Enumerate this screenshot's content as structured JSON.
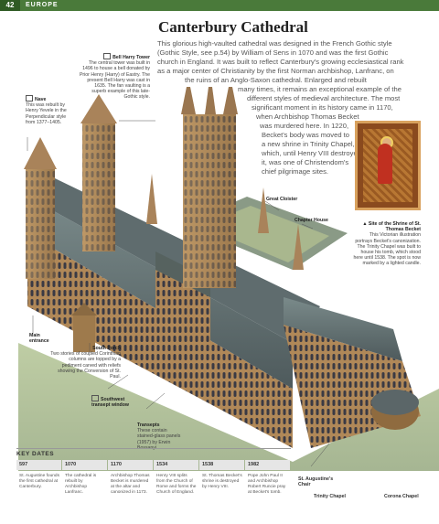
{
  "header": {
    "page_number": "42",
    "section": "EUROPE"
  },
  "title": "Canterbury Cathedral",
  "intro": [
    "This glorious high-vaulted cathedral was designed in the French Gothic style",
    "(Gothic Style, see p.54) by William of Sens in 1070 and was the first Gothic",
    "church in England. It was built to reflect Canterbury's growing ecclesiastical rank",
    "as a major center of Christianity by the first Norman archbishop, Lanfranc, on",
    "the ruins of an Anglo-Saxon cathedral. Enlarged and rebuilt",
    "many times, it remains an exceptional example of the",
    "different styles of medieval architecture. The most",
    "significant moment in its history came in 1170,",
    "when Archbishop Thomas Becket",
    "was murdered here. In 1220,",
    "Becket's body was moved to",
    "a new shrine in Trinity Chapel,",
    "which, until Henry VIII destroyed",
    "it, was one of Christendom's",
    "chief pilgrimage sites."
  ],
  "callouts": {
    "bell_tower": {
      "title": "Bell Harry Tower",
      "text": "The central tower was built in 1496 to house a bell donated by Prior Henry (Harry) of Eastry. The present Bell Harry was cast in 1635. The fan vaulting is a superb example of this late-Gothic style."
    },
    "nave": {
      "title": "Nave",
      "text": "This was rebuilt by Henry Yevele in the Perpendicular style from 1377–1405."
    },
    "great_cloister": {
      "title": "Great Cloister"
    },
    "chapter_house": {
      "title": "Chapter House"
    },
    "shrine": {
      "title": "Site of the Shrine of St. Thomas Becket",
      "text": "This Victorian illustration portrays Becket's canonization. The Trinity Chapel was built to house his tomb, which stood here until 1538. The spot is now marked by a lighted candle."
    },
    "main_entrance": {
      "title": "Main entrance"
    },
    "south_porch": {
      "title": "South Porch",
      "text": "Two stories of coupled Corinthian columns are topped by a pediment carved with reliefs showing the Conversion of St. Paul."
    },
    "southwest_window": {
      "title": "Southwest transept window"
    },
    "transepts": {
      "title": "Transepts",
      "text": "These contain stained-glass panels (1957) by Erwin Bossanyi."
    },
    "augustine_chair": {
      "title": "St. Augustine's Chair"
    },
    "trinity_chapel": {
      "title": "Trinity Chapel"
    },
    "corona_chapel": {
      "title": "Corona Chapel"
    }
  },
  "key_dates": {
    "title": "KEY DATES",
    "entries": [
      {
        "year": "597",
        "text": "St. Augustine founds the first cathedral at Canterbury."
      },
      {
        "year": "1070",
        "text": "The cathedral is rebuilt by Archbishop Lanfranc."
      },
      {
        "year": "1170",
        "text": "Archbishop Thomas Becket is murdered at the altar and canonized in 1173."
      },
      {
        "year": "1534",
        "text": "Henry VIII splits from the Church of Rome and forms the Church of England."
      },
      {
        "year": "1538",
        "text": "St. Thomas Becket's shrine is destroyed by Henry VIII."
      },
      {
        "year": "1982",
        "text": "Pope John Paul II and Archbishop Robert Runcie pray at Becket's tomb."
      }
    ]
  }
}
